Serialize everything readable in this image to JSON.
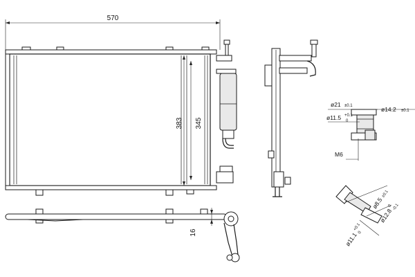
{
  "dimensions": {
    "width_total": "570",
    "height_outer": "383",
    "height_inner": "345",
    "thickness": "16",
    "thread": "M6"
  },
  "fitting_a": {
    "d_outer": "ø21",
    "d_outer_tol": "±0.1",
    "d_flange": "ø14.2",
    "d_flange_tol": "±0.1",
    "d_inner": "ø11.5",
    "d_inner_tol_upper": "+0.1",
    "d_inner_tol_lower": "0"
  },
  "fitting_b": {
    "d_outer": "ø8.5",
    "d_outer_tol": "±0.1",
    "d_mid": "ø12.8",
    "d_mid_tol_upper": "0",
    "d_mid_tol_lower": "-0.1",
    "d_inner": "ø11.1",
    "d_inner_tol_upper": "+0.1",
    "d_inner_tol_lower": "0"
  }
}
